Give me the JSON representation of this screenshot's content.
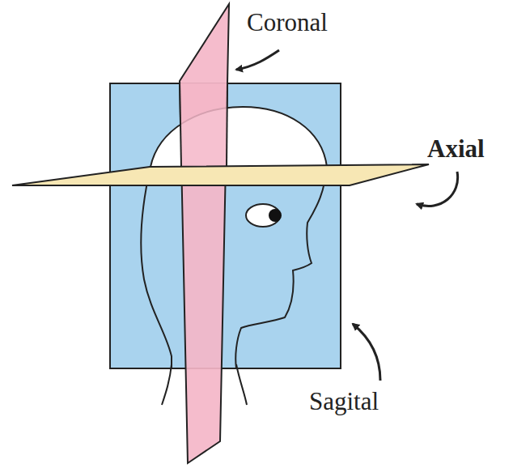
{
  "diagram": {
    "labels": [
      "Coronal",
      "Axial",
      "Sagital"
    ]
  }
}
